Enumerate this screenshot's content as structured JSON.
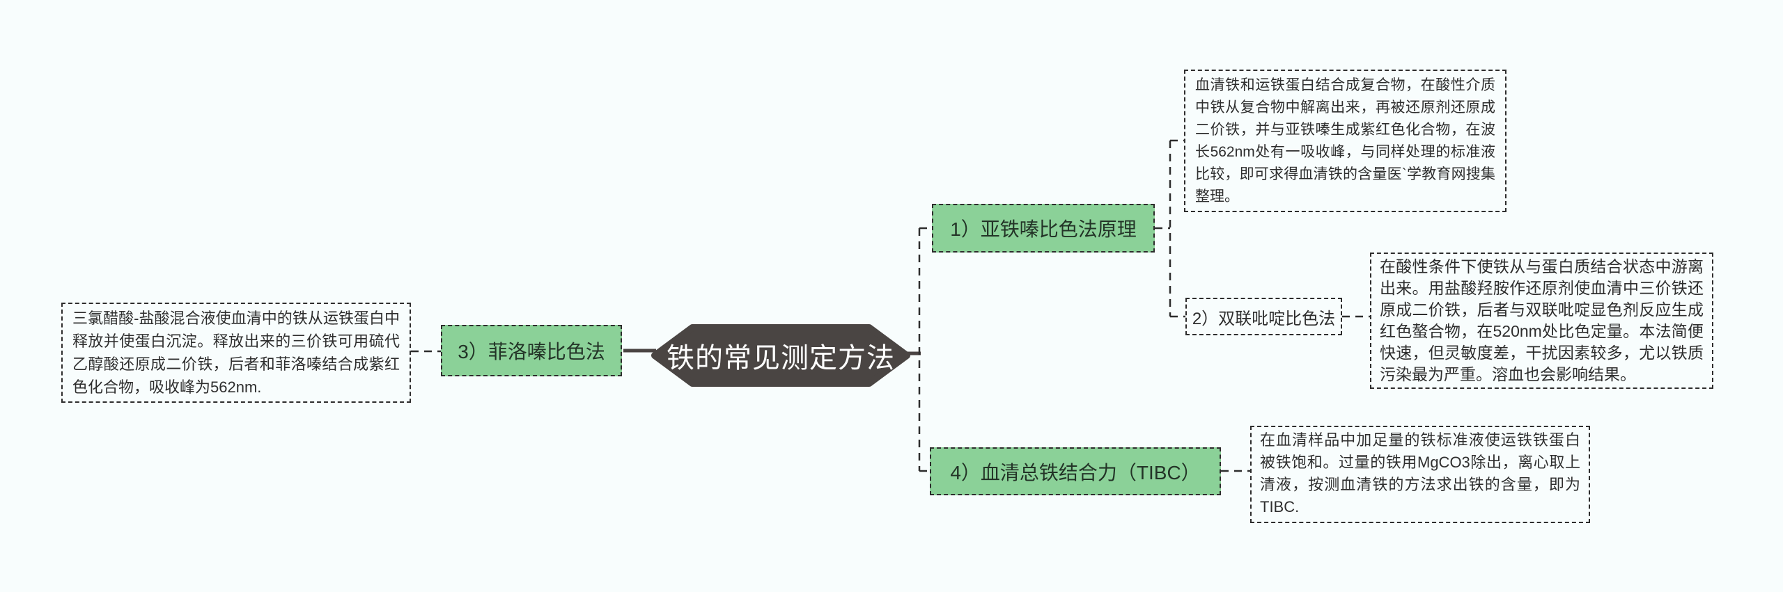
{
  "diagram": {
    "type": "mindmap",
    "root": {
      "label": "铁的常见测定方法"
    },
    "branches": {
      "branch1": {
        "label": "1）亚铁嗪比色法原理",
        "style": "green",
        "note": "血清铁和运铁蛋白结合成复合物，在酸性介质中铁从复合物中解离出来，再被还原剂还原成二价铁，并与亚铁嗪生成紫红色化合物，在波长562nm处有一吸收峰，与同样处理的标准液比较，即可求得血清铁的含量医`学教育网搜集整理。"
      },
      "branch2": {
        "label": "2）双联吡啶比色法",
        "style": "plain",
        "note": "在酸性条件下使铁从与蛋白质结合状态中游离出来。用盐酸羟胺作还原剂使血清中三价铁还原成二价铁，后者与双联吡啶显色剂反应生成红色螯合物，在520nm处比色定量。本法简便快速，但灵敏度差，干扰因素较多，尤以铁质污染最为严重。溶血也会影响结果。"
      },
      "branch3": {
        "label": "3）菲洛嗪比色法",
        "style": "green",
        "note": "三氯醋酸-盐酸混合液使血清中的铁从运铁蛋白中释放并使蛋白沉淀。释放出来的三价铁可用硫代乙醇酸还原成二价铁，后者和菲洛嗪结合成紫红色化合物，吸收峰为562nm."
      },
      "branch4": {
        "label": "4）血清总铁结合力（TIBC）",
        "style": "green",
        "note": "在血清样品中加足量的铁标准液使运铁铁蛋白被铁饱和。过量的铁用MgCO3除出，离心取上清液，按测血清铁的方法求出铁的含量，即为TIBC."
      }
    },
    "colors": {
      "background": "#f8fdfd",
      "branch_fill": "#8bd198",
      "root_fill": "#4a4543",
      "root_text": "#ffffff",
      "line_dark": "#4a4443",
      "line_dash": "#2d2d2d",
      "text": "#2e2e2e"
    }
  }
}
